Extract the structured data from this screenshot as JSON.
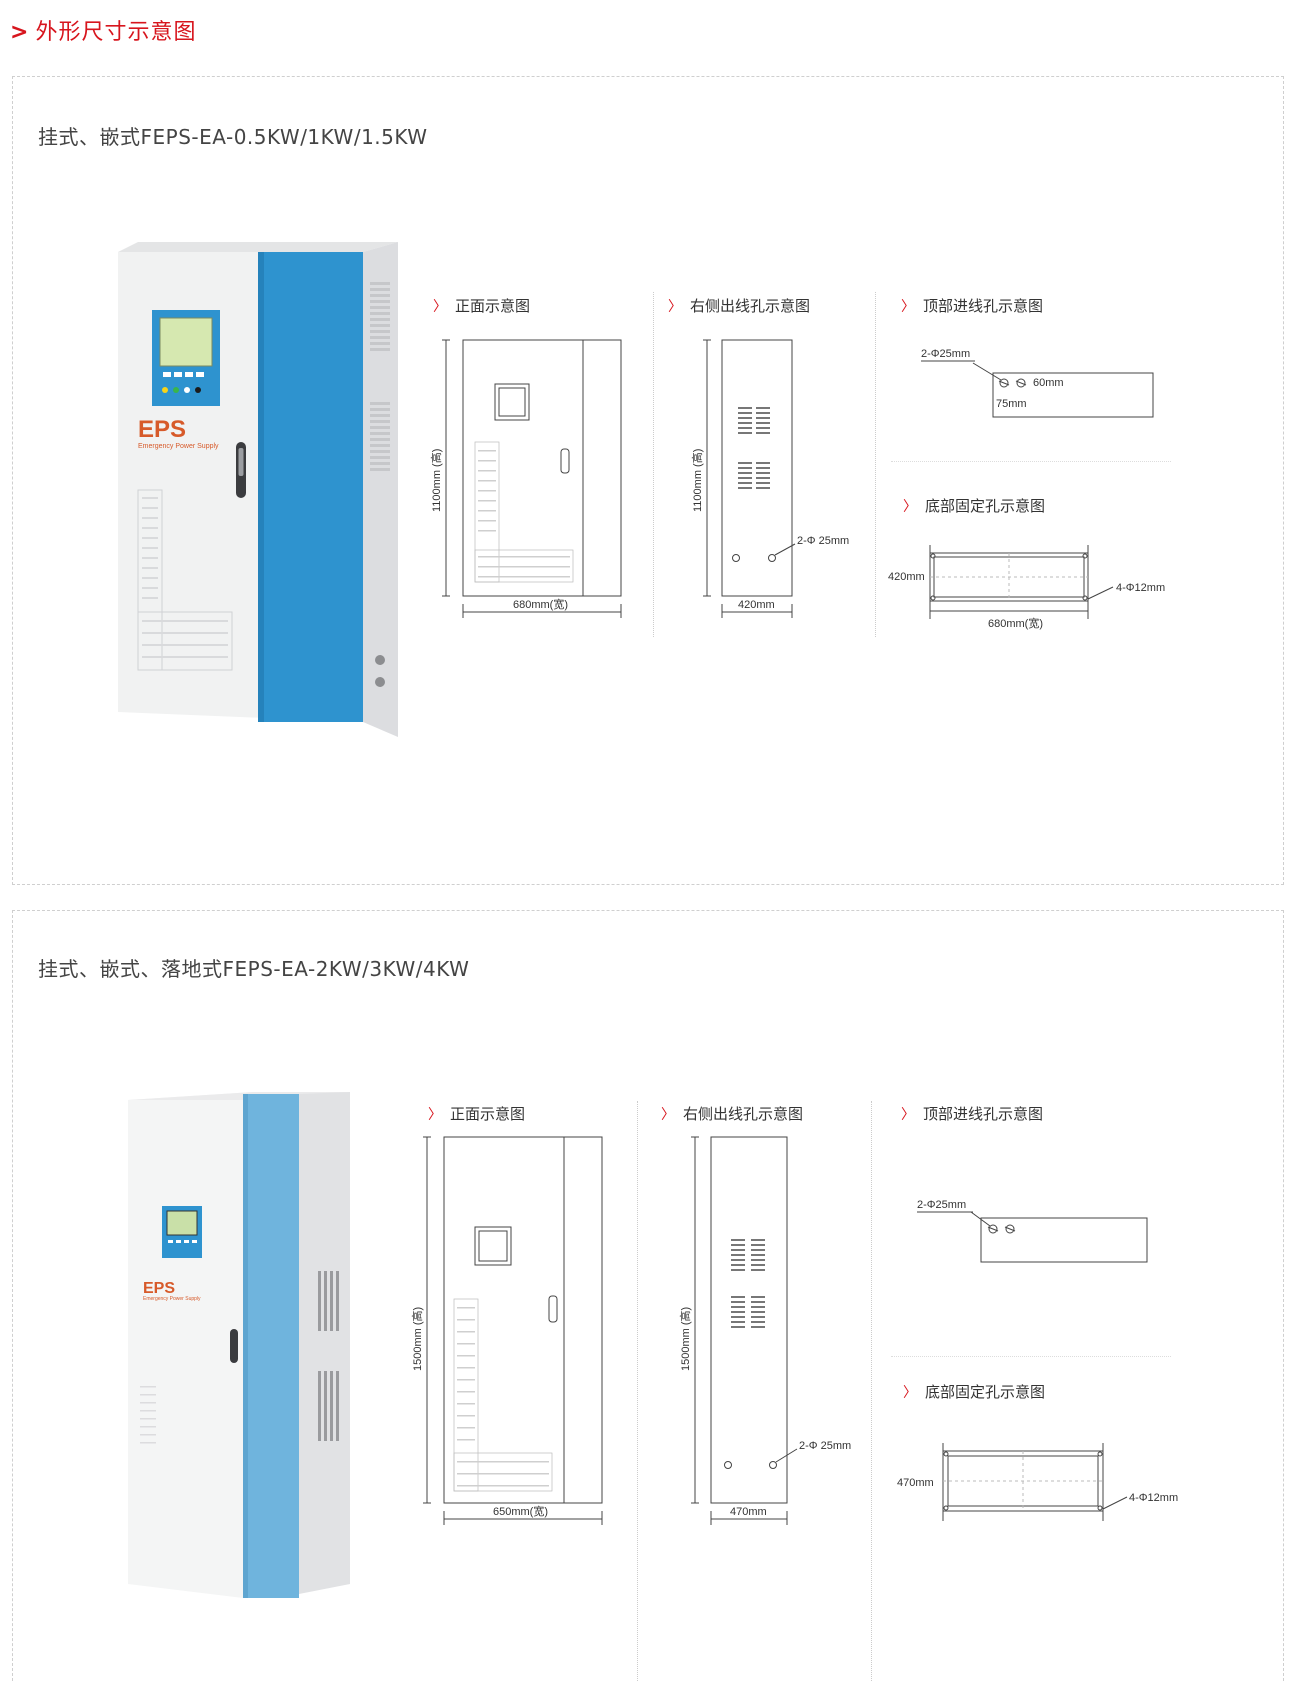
{
  "section": {
    "title": "外形尺寸示意图",
    "chevron": ">"
  },
  "products": [
    {
      "title": "挂式、嵌式FEPS-EA-0.5KW/1KW/1.5KW",
      "cabinet": {
        "brand": "EPS",
        "tagline": "Emergency Power Supply"
      },
      "diagrams": {
        "front": "正面示意图",
        "side": "右侧出线孔示意图",
        "top": "顶部进线孔示意图",
        "bottom": "底部固定孔示意图"
      },
      "dims": {
        "front_height": "1100mm (高)",
        "front_width": "680mm(宽)",
        "side_height": "1100mm (高)",
        "side_width": "420mm",
        "side_holes": "2-Φ 25mm",
        "top_holes": "2-Φ25mm",
        "top_a": "60mm",
        "top_b": "75mm",
        "bottom_depth": "420mm",
        "bottom_holes": "4-Φ12mm",
        "bottom_width": "680mm(宽)"
      }
    },
    {
      "title": "挂式、嵌式、落地式FEPS-EA-2KW/3KW/4KW",
      "cabinet": {
        "brand": "EPS",
        "tagline": "Emergency Power Supply"
      },
      "diagrams": {
        "front": "正面示意图",
        "side": "右侧出线孔示意图",
        "top": "顶部进线孔示意图",
        "bottom": "底部固定孔示意图"
      },
      "dims": {
        "front_height": "1500mm (高)",
        "front_width": "650mm(宽)",
        "side_height": "1500mm (高)",
        "side_width": "470mm",
        "side_holes": "2-Φ 25mm",
        "top_holes": "2-Φ25mm",
        "bottom_depth": "470mm",
        "bottom_holes": "4-Φ12mm"
      }
    }
  ],
  "colors": {
    "accent": "#d7151d",
    "cabinet_blue": "#2e93cf",
    "cabinet_blue_light": "#6fb4dd"
  }
}
